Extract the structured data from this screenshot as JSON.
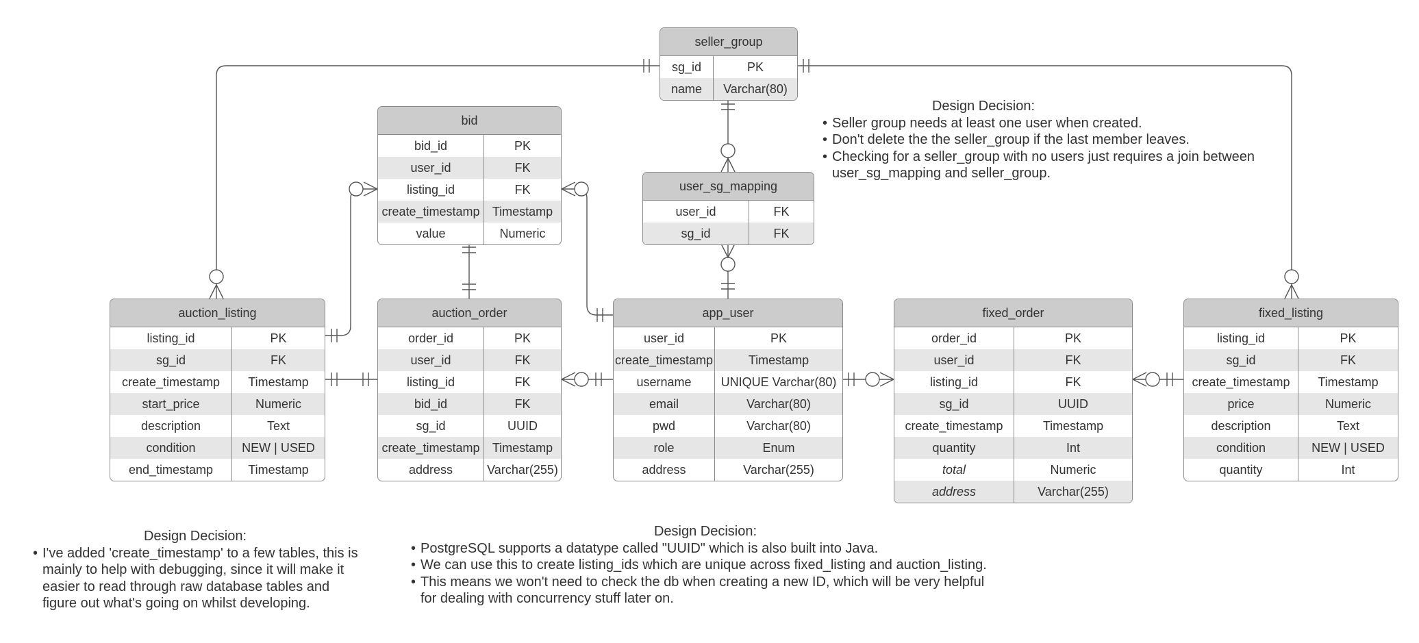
{
  "entities": {
    "seller_group": {
      "title": "seller_group",
      "rows": [
        [
          "sg_id",
          "PK"
        ],
        [
          "name",
          "Varchar(80)"
        ]
      ]
    },
    "bid": {
      "title": "bid",
      "rows": [
        [
          "bid_id",
          "PK"
        ],
        [
          "user_id",
          "FK"
        ],
        [
          "listing_id",
          "FK"
        ],
        [
          "create_timestamp",
          "Timestamp"
        ],
        [
          "value",
          "Numeric"
        ]
      ]
    },
    "user_sg_mapping": {
      "title": "user_sg_mapping",
      "rows": [
        [
          "user_id",
          "FK"
        ],
        [
          "sg_id",
          "FK"
        ]
      ]
    },
    "auction_listing": {
      "title": "auction_listing",
      "rows": [
        [
          "listing_id",
          "PK"
        ],
        [
          "sg_id",
          "FK"
        ],
        [
          "create_timestamp",
          "Timestamp"
        ],
        [
          "start_price",
          "Numeric"
        ],
        [
          "description",
          "Text"
        ],
        [
          "condition",
          "NEW | USED"
        ],
        [
          "end_timestamp",
          "Timestamp"
        ]
      ]
    },
    "auction_order": {
      "title": "auction_order",
      "rows": [
        [
          "order_id",
          "PK"
        ],
        [
          "user_id",
          "FK"
        ],
        [
          "listing_id",
          "FK"
        ],
        [
          "bid_id",
          "FK"
        ],
        [
          "sg_id",
          "UUID"
        ],
        [
          "create_timestamp",
          "Timestamp"
        ],
        [
          "address",
          "Varchar(255)"
        ]
      ]
    },
    "app_user": {
      "title": "app_user",
      "rows": [
        [
          "user_id",
          "PK"
        ],
        [
          "create_timestamp",
          "Timestamp"
        ],
        [
          "username",
          "UNIQUE Varchar(80)"
        ],
        [
          "email",
          "Varchar(80)"
        ],
        [
          "pwd",
          "Varchar(80)"
        ],
        [
          "role",
          "Enum"
        ],
        [
          "address",
          "Varchar(255)"
        ]
      ]
    },
    "fixed_order": {
      "title": "fixed_order",
      "rows": [
        [
          "order_id",
          "PK"
        ],
        [
          "user_id",
          "FK"
        ],
        [
          "listing_id",
          "FK"
        ],
        [
          "sg_id",
          "UUID"
        ],
        [
          "create_timestamp",
          "Timestamp"
        ],
        [
          "quantity",
          "Int"
        ],
        [
          "total",
          "Numeric"
        ],
        [
          "address",
          "Varchar(255)"
        ]
      ]
    },
    "fixed_listing": {
      "title": "fixed_listing",
      "rows": [
        [
          "listing_id",
          "PK"
        ],
        [
          "sg_id",
          "FK"
        ],
        [
          "create_timestamp",
          "Timestamp"
        ],
        [
          "price",
          "Numeric"
        ],
        [
          "description",
          "Text"
        ],
        [
          "condition",
          "NEW | USED"
        ],
        [
          "quantity",
          "Int"
        ]
      ]
    }
  },
  "notes": {
    "seller_group_note": {
      "title": "Design Decision:",
      "items": [
        "Seller group needs at least one user when created.",
        "Don't delete the the seller_group if the last member leaves.",
        "Checking for a seller_group with no users just requires a join between user_sg_mapping and seller_group."
      ]
    },
    "timestamp_note": {
      "title": "Design Decision:",
      "items": [
        "I've added 'create_timestamp' to a few tables, this is mainly to help with debugging, since it will make it easier to read through raw database tables and figure out what's going on whilst developing."
      ]
    },
    "uuid_note": {
      "title": "Design Decision:",
      "items": [
        "PostgreSQL supports a datatype called \"UUID\" which is also built into Java.",
        "We can use this to create listing_ids which are unique across fixed_listing and auction_listing.",
        "This means we won't need to check the db when creating a new ID, which will be very helpful for dealing with concurrency stuff later on."
      ]
    }
  },
  "colors": {
    "header": "#cccccc",
    "stripe": "#e6e6e6",
    "border": "#8a8a8a",
    "line": "#555555",
    "text": "#333333"
  }
}
